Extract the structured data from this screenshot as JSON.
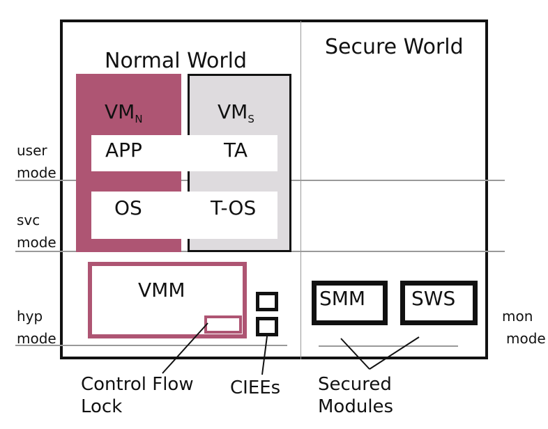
{
  "worlds": {
    "normal": "Normal World",
    "secure": "Secure World"
  },
  "vm_n": {
    "label": "VM",
    "sub": "N",
    "app": "APP",
    "os": "OS"
  },
  "vm_s": {
    "label": "VM",
    "sub": "S",
    "app": "TA",
    "os": "T-OS"
  },
  "modes": {
    "user": [
      "user",
      "mode"
    ],
    "svc": [
      "svc",
      "mode"
    ],
    "hyp": [
      "hyp",
      "mode"
    ],
    "mon": [
      "mon",
      "mode"
    ]
  },
  "vmm": "VMM",
  "secured": {
    "smm": "SMM",
    "sws": "SWS"
  },
  "captions": {
    "control_flow_lock": [
      "Control Flow",
      "Lock"
    ],
    "ciees": "CIEEs",
    "secured_modules": [
      "Secured",
      "Modules"
    ]
  },
  "colors": {
    "normal_vm": "#ae5573",
    "secure_vm": "#dedbde",
    "border": "#111111",
    "divider": "#999999"
  }
}
